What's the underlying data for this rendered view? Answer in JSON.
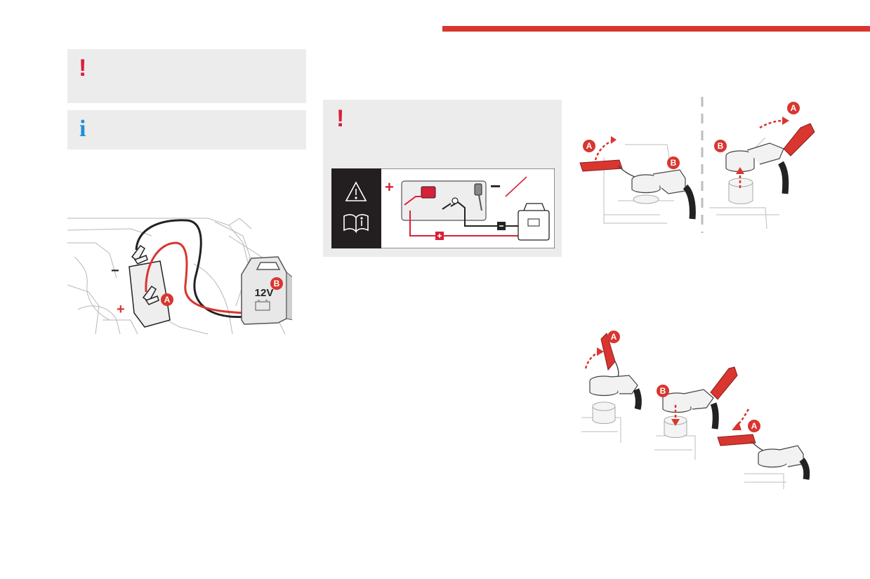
{
  "header": {
    "accent_color": "#d8362f"
  },
  "left_column": {
    "warning_box": {
      "icon": "exclamation-icon",
      "color": "#d8203a",
      "text": ""
    },
    "info_box": {
      "icon": "info-icon",
      "color": "#1f8fd6",
      "text": ""
    },
    "figure_jump_start": {
      "booster_label": "12V",
      "callout_a": "A",
      "callout_b": "B",
      "minus_sign": "−",
      "plus_sign": "+"
    }
  },
  "middle_column": {
    "warning_box": {
      "icon": "exclamation-icon",
      "color": "#d8203a",
      "text": ""
    },
    "pictogram": {
      "icons": [
        "warning-triangle-icon",
        "manual-info-icon"
      ],
      "plus_sign": "+",
      "minus_sign": "−"
    }
  },
  "right_column": {
    "figure_open_terminal": {
      "callout_a": "A",
      "callout_b": "B"
    },
    "figure_close_terminal": {
      "callout_a": "A",
      "callout_b": "B"
    }
  }
}
